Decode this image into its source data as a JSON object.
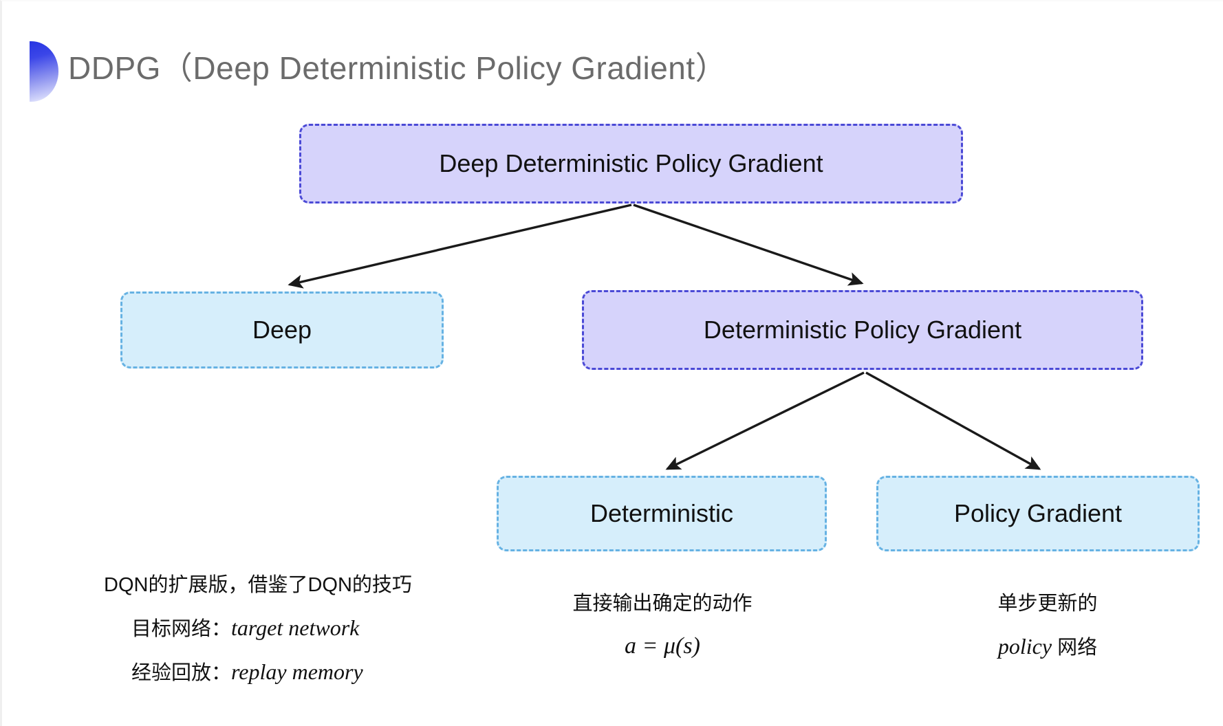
{
  "slide": {
    "title": "DDPG（Deep Deterministic Policy Gradient）",
    "accent_purple_fill": "#d6d3fb",
    "accent_purple_border": "#4b4ad6",
    "accent_blue_fill": "#d6eefb",
    "accent_blue_border": "#66b2e3",
    "arrow_color": "#1a1a1a",
    "title_color": "#6b6b6b",
    "decoration": "blue-gradient-semicircle"
  },
  "diagram": {
    "type": "tree",
    "nodes": [
      {
        "id": "root",
        "label": "Deep Deterministic Policy Gradient",
        "style": "purple"
      },
      {
        "id": "deep",
        "label": "Deep",
        "style": "blue"
      },
      {
        "id": "dpg",
        "label": "Deterministic Policy Gradient",
        "style": "purple"
      },
      {
        "id": "deterministic",
        "label": "Deterministic",
        "style": "blue"
      },
      {
        "id": "policy_gradient",
        "label": "Policy Gradient",
        "style": "blue"
      }
    ],
    "edges": [
      {
        "from": "root",
        "to": "deep"
      },
      {
        "from": "root",
        "to": "dpg"
      },
      {
        "from": "dpg",
        "to": "deterministic"
      },
      {
        "from": "dpg",
        "to": "policy_gradient"
      }
    ]
  },
  "notes": {
    "left": {
      "line1": "DQN的扩展版，借鉴了DQN的技巧",
      "line2_label": "目标网络：",
      "line2_term": "target network",
      "line3_label": "经验回放：",
      "line3_term": "replay memory"
    },
    "middle": {
      "line1": "直接输出确定的动作",
      "formula": "a = μ(s)"
    },
    "right": {
      "line1": "单步更新的",
      "line2_term": "policy",
      "line2_label": " 网络"
    }
  }
}
